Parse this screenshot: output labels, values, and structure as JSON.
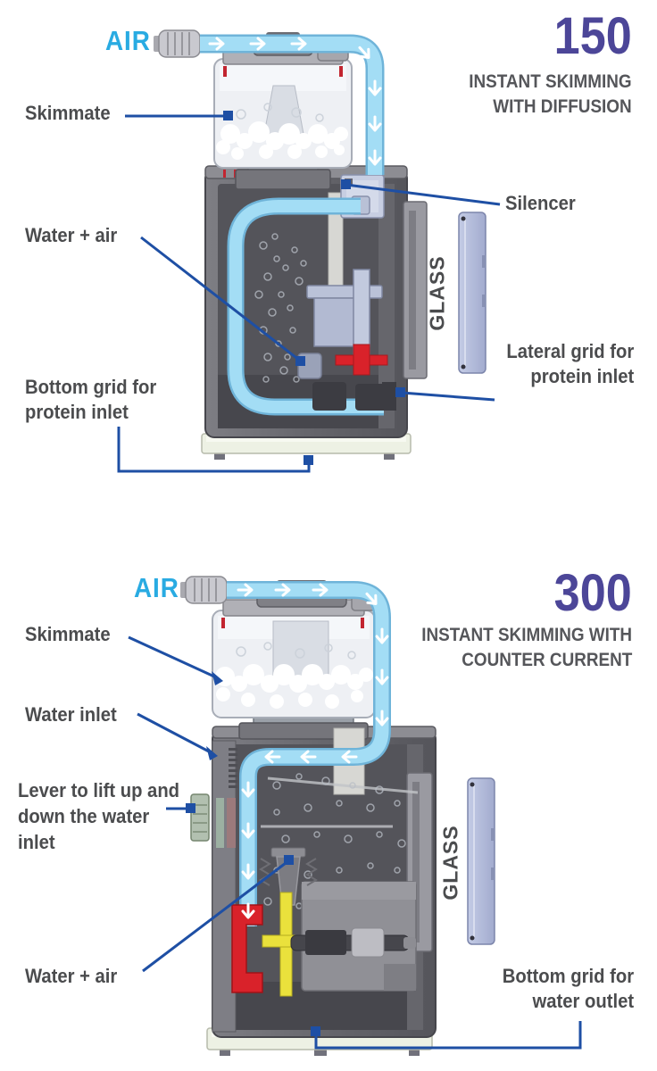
{
  "colors": {
    "accent_cyan": "#29abe2",
    "tube_blue": "#a3ddf5",
    "leader_blue": "#1e4fa4",
    "model_purple": "#4c4698",
    "heading_gray": "#55565a",
    "label_gray": "#4b4c4e",
    "body_gray": "#54545a",
    "glass_panel_blue": "#b4bddc",
    "pump_red": "#d9222a",
    "impeller_yellow": "#eae13c",
    "base_cream": "#edf1e4"
  },
  "diagrams": [
    {
      "id": "skimmer-150",
      "model_number": "150",
      "subtitle_line1": "INSTANT SKIMMING",
      "subtitle_line2": "WITH DIFFUSION",
      "labels": {
        "air": "AIR",
        "skimmate": "Skimmate",
        "silencer": "Silencer",
        "water_air": "Water + air",
        "bottom_grid_line1": "Bottom grid for",
        "bottom_grid_line2": "protein inlet",
        "lateral_grid_line1": "Lateral grid for",
        "lateral_grid_line2": "protein inlet",
        "glass": "GLASS"
      }
    },
    {
      "id": "skimmer-300",
      "model_number": "300",
      "subtitle_line1": "INSTANT SKIMMING WITH",
      "subtitle_line2": "COUNTER CURRENT",
      "labels": {
        "air": "AIR",
        "skimmate": "Skimmate",
        "water_inlet": "Water inlet",
        "lever_line1": "Lever to lift up and",
        "lever_line2": "down the water",
        "lever_line3": "inlet",
        "water_air": "Water + air",
        "bottom_grid_line1": "Bottom grid for",
        "bottom_grid_line2": "water outlet",
        "glass": "GLASS"
      }
    }
  ]
}
